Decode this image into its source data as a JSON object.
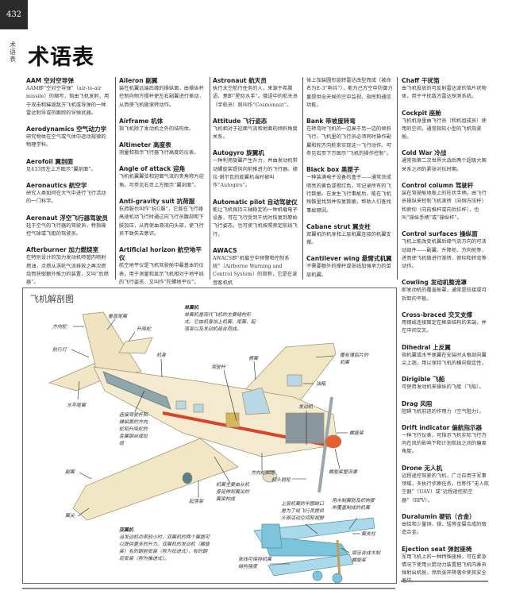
{
  "page_number": "432",
  "section_vertical": "术语表",
  "title": "术语表",
  "columns": [
    [
      {
        "term": "AAM 空对空导弹",
        "def": "AAM即“空对空导弹”（air-to-air missile）的缩写，指由飞机发射，用于攻击和摧毁敌方飞机或导弹的一种雷达制导或热跟踪的导弹武器。"
      },
      {
        "term": "Aerodynamics 空气动力学",
        "def": "研究物体在空气或气体中运动规律的物理学科。"
      },
      {
        "term": "Aerofoil 翼剖面",
        "def": "见433页左上方图示“翼剖面”。"
      },
      {
        "term": "Aeronautics 航空学",
        "def": "研究人类如何在大气中进行飞行活动的一门科学。"
      },
      {
        "term": "Aeronaut 浮空飞行器驾驶员",
        "def": "轻于空气的飞行器的驾驶员，特指操控气球或飞艇的驾驶员。"
      },
      {
        "term": "Afterburner 加力燃烧室",
        "def": "在特别设计的加力发动机喷管内喷射燃油，点燃从涡轮气流排放之再次燃烧而获取额外推力的装置，又叫“后燃器”。"
      }
    ],
    [
      {
        "term": "Aileron 副翼",
        "def": "装在机翼远端后缘的操纵面，由操纵杆控制向侧方摆杆使左右副翼进行差动，从而使飞机做滚转动作。"
      },
      {
        "term": "Airframe 机体",
        "def": "指飞机除了发动机之外的结构体。"
      },
      {
        "term": "Altimeter 高度表",
        "def": "测量和指示飞行器飞行高度的仪表。"
      },
      {
        "term": "Angle of attack 迎角",
        "def": "飞机机翼翼弦和迎面气流的夹角称为迎角。可参见右页上方图示“翼剖面”。"
      },
      {
        "term": "Anti-gravity suit 抗荷服",
        "def": "抗荷服也叫作“抗G服”，它能在飞行器高速机动飞行时通过向飞行员腹部和下肢加压，从而使血液流向头部，使飞行员不致失去意识。"
      },
      {
        "term": "Artificial horizon 航空地平仪",
        "def": "航空地平仪是飞机驾驶舱中最基本的仪表，用于测量和显示飞机相对于地平线的飞行姿态，又叫作“陀螺地平仪”。"
      }
    ],
    [
      {
        "term": "Astronaut 航天员",
        "def": "执行太空航行任务的人，来源于希腊语，意即“星际水手”。俄语中的航天员（宇航员）则叫作“Cosmonaut”。"
      },
      {
        "term": "Attitude 飞行姿态",
        "def": "飞机相对于迎面气流和地面的倾斜角度关系。"
      },
      {
        "term": "Autogyro 旋翼机",
        "def": "一种利用旋翼产生升力，并由发动机带动螺旋桨提供向前推进力的飞行器。德拉·谢尔瓦的旋翼机当时被叫作“Autogiro”。"
      },
      {
        "term": "Automatic pilot 自动驾驶仪",
        "def": "能让飞机保持三轴稳定的一种机载电子设备，可在飞行受到干扰时恢复到原始飞行姿态，也可使飞机按照预定航线飞行。"
      },
      {
        "term": "AWACS",
        "def": "AWACS即“机载空中预警和控制系统”（Airborne Warning and Control System）的简称，它是在波音客机机"
      }
    ],
    [
      {
        "term": "",
        "def": "体上加装圆形旋转雷达改型而成（被命名为E-3“哨兵”），能为己方空中防御力量提供全天候的空中监视、指挥和通信功能。"
      },
      {
        "term": "Bank 带坡度转弯",
        "def": "在转弯时飞机的一边高于另一边的倾斜飞行。飞机里的飞行员必须同时操作副翼和舵方向舵来实现这一飞行动作。可参见右页下方图示“飞机的操作控制”。"
      },
      {
        "term": "Black box 黑匣子",
        "def": "一种装满电子设备的盒子——通常涂成明亮的黄色或橙红色，可记录所有的飞行数据。在发生飞行事故后，能在飞机残骸里找到并恢复数据，帮助人们查找事故原因。"
      },
      {
        "term": "Cabane strut 翼支柱",
        "def": "双翼机的机身和上层机翼连接的机翼支撑。"
      },
      {
        "term": "Cantilever wing 悬臂式机翼",
        "def": "不需要额外的撑杆或张线加强承力的单层机翼。"
      }
    ],
    [
      {
        "term": "Chaff 干扰箔",
        "def": "由飞机投放的可反射雷达波的箔片状物体，用于干扰敌方雷达探测系统。"
      },
      {
        "term": "Cockpit 座舱",
        "def": "飞机机身里由飞行员（和机组成员）使用的空间，通常指较小型的飞机驾驶舱。"
      },
      {
        "term": "Cold War 冷战",
        "def": "通常指第二次世界大战后两个超级大国关系之间的紧张对抗时期。"
      },
      {
        "term": "Control column 驾驶杆",
        "def": "装在驾驶舱地板上的柱状手柄，由飞行员操纵来控制飞机滚转（向侧方压杆）和俯仰（向前推杆或向后拉杆），也叫“操纵手柄”或“操纵杆”。"
      },
      {
        "term": "Control surfaces 操纵面",
        "def": "飞机上能改变机翼后缘气流方向的可活动部件——副翼、升降舵、方向舵等，进而使飞机做进行滚转、俯仰和转弯等动作。"
      },
      {
        "term": "Cowling 发动机整流罩",
        "def": "即发动机的覆盖舱罩，通常是铰接或可拆卸的平板。"
      },
      {
        "term": "Cross-braced 交叉支撑",
        "def": "用钢线连接固定在框架结构的末端，并在中间交叉。"
      },
      {
        "term": "Dihedral 上反翼",
        "def": "指机翼或水平尾翼在安装时从根部向翼尖上翘，用以保持飞机的横向稳定性。"
      },
      {
        "term": "Dirigible 飞船",
        "def": "可使用发动机来操纵的飞艇（飞船）。"
      },
      {
        "term": "Drag 风阻",
        "def": "阻碍飞机前进的作用力（空气阻力）。"
      },
      {
        "term": "Drift indicator 偏航指示器",
        "def": "一种飞行仪表，可指示飞机实际飞行方向在风的影响下和计划航线之间的偏离角度。"
      },
      {
        "term": "Drone 无人机",
        "def": "远程遥控驾驶的飞机，广泛应用于军事领域，多执行侦察任务，也称作“无人航空器”（UAV）或“远程遥控航空器”（RPV）。"
      },
      {
        "term": "Duralumin 硬铝（合金）",
        "def": "由铝和少量铜、镁、锰等金属合成的锻造合金。"
      },
      {
        "term": "Ejection seat 弹射座椅",
        "def": "军用飞机上的一种特殊座椅，可在紧急情况下使用火箭动力装置把飞机内乘员弹射出机舱，然后张开降落伞使其安全着陆。"
      }
    ]
  ],
  "figure": {
    "title": "飞机解剖图",
    "monoplane_note": {
      "heading": "单翼机",
      "text": "单翼机是现代飞机的主要结构形式。它由机身加上机翼、尾翼、起落架以及发动机组合而成。"
    },
    "biplane_note": {
      "heading": "双翼机",
      "text": "当发动机功率较小时，双翼机的两个翼面可以提供更多的升力。双翼机的发动机（螺旋桨）有的朝前安装（称为拉进式），有的朝后安装（称为推进式）。"
    },
    "labels": {
      "rudder": "方向舵",
      "fin": "垂直尾翼",
      "elevator": "升降舵",
      "nav_light": "航行灯",
      "fuselage": "机身",
      "tailplane": "水平尾翼",
      "control_cables": "连接驾驶杆和操纵面的方向舵和升降舵的金属钢丝或拉缆",
      "flap": "襟翼",
      "control_column": "驾驶杆",
      "skinned_wing": "覆有薄铝片的机翼",
      "fuel_tank": "油箱",
      "engine": "发动机",
      "propeller": "螺旋桨",
      "aileron": "副翼",
      "wingtip": "翼尖",
      "landing_gear": "起落架",
      "spar": "机翼主要由从机身延伸到翼尖的翼梁构成",
      "rudder_pedals": "方向舵脚蹬",
      "nose_wheel": "机头前轮",
      "spinner": "螺旋桨整流罩",
      "cutout": "上层机翼的半圆缺口是为了给飞行员提供头部活动空间和视野",
      "fabric_wing": "用木制翼肋及织物蒙布覆盖制成的机翼",
      "cabane_strut": "翼支柱",
      "wood_prop": "层压合成木制螺旋桨",
      "bracing_wires": "张线可保持机翼结构强度"
    }
  },
  "colors": {
    "airframe": "#f1e7c4",
    "stripe": "#d8432a",
    "glass": "#b9d8e6",
    "engine": "#8b969c",
    "biplane": "#7cc3dc"
  }
}
